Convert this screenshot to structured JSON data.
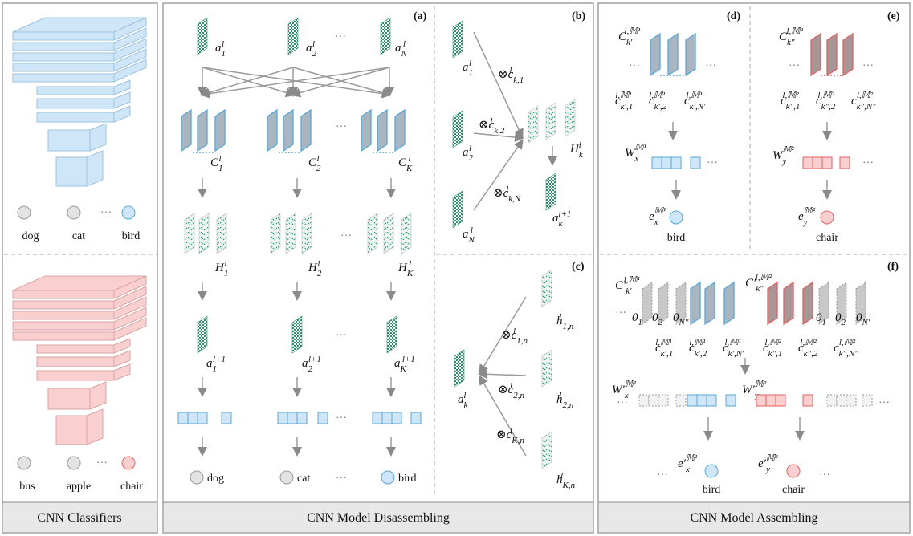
{
  "panels": {
    "classifiers_title": "CNN Classifiers",
    "disassembling_title": "CNN Model Disassembling",
    "assembling_title": "CNN Model Assembling",
    "letters": {
      "a": "(a)",
      "b": "(b)",
      "c": "(c)",
      "d": "(d)",
      "e": "(e)",
      "f": "(f)"
    }
  },
  "classifier_top": {
    "outputs": [
      "dog",
      "cat",
      "bird"
    ],
    "ellipsis": "···"
  },
  "classifier_bottom": {
    "outputs": [
      "bus",
      "apple",
      "chair"
    ],
    "ellipsis": "···"
  },
  "panel_a": {
    "inputs": [
      "a",
      "a",
      "a"
    ],
    "input_subs": [
      "1",
      "2",
      "N"
    ],
    "C_subs": [
      "1",
      "2",
      "K"
    ],
    "H_subs": [
      "1",
      "2",
      "K"
    ],
    "next_subs": [
      "1",
      "2",
      "K"
    ],
    "sup_l": "l",
    "sup_l1": "l+1",
    "outputs": [
      "dog",
      "cat",
      "bird"
    ],
    "ellipsis": "···"
  },
  "panel_b": {
    "inputs_subs": [
      "1",
      "2",
      "N"
    ],
    "weights": [
      "k,1",
      "k,2",
      "k,N"
    ],
    "H": "H",
    "H_sub": "k",
    "out_sub": "k",
    "otimes": "⊗"
  },
  "panel_c": {
    "h_subs": [
      "1,n",
      "2,n",
      "K,n"
    ],
    "weights": [
      "1,n",
      "2,n",
      "K,n"
    ],
    "a_sub": "k"
  },
  "panel_d": {
    "C_sub": "k′",
    "sup": "l,𝕄¹",
    "c_subs": [
      "k′,1",
      "k′,2",
      "k′,N′"
    ],
    "W_sub": "x",
    "W_sup": "𝕄¹",
    "e_sub": "x",
    "e_sup": "𝕄¹",
    "class": "bird"
  },
  "panel_e": {
    "C_sub": "k″",
    "sup": "l,𝕄²",
    "c_subs": [
      "k″,1",
      "k″,2",
      "k″,N″"
    ],
    "W_sub": "y",
    "W_sup": "𝕄²",
    "e_sub": "y",
    "e_sup": "𝕄²",
    "class": "chair"
  },
  "panel_f": {
    "zeros_left": [
      "0",
      "0",
      "0"
    ],
    "zeros_left_subs": [
      "1",
      "2",
      "N″"
    ],
    "zeros_right": [
      "0",
      "0",
      "0"
    ],
    "zeros_right_subs": [
      "1",
      "2",
      "N′"
    ],
    "classes": [
      "bird",
      "chair"
    ]
  },
  "colors": {
    "blue_fill": "#cfe6f8",
    "blue_stroke": "#5aa7d6",
    "red_fill": "#f9d0cf",
    "red_stroke": "#e06262",
    "gray_fill": "#e5e5e5",
    "panel_border": "#8a8a8a",
    "green_pattern": "#2f8f6b"
  }
}
